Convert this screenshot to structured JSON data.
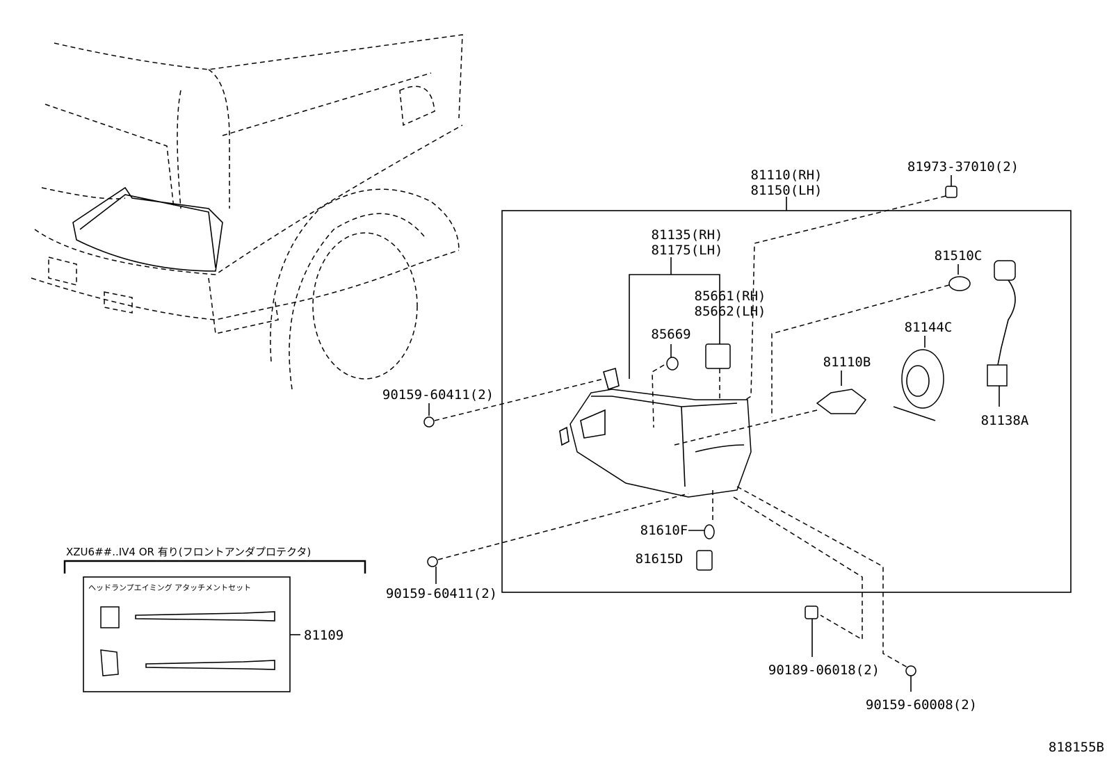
{
  "diagram": {
    "code": "818155B",
    "assembly": {
      "rh": "81110(RH)",
      "lh": "81150(LH)"
    },
    "parts": {
      "clip": "81973-37010(2)",
      "unit_rh": "81135(RH)",
      "unit_lh": "81175(LH)",
      "actuator_rh": "85661(RH)",
      "actuator_lh": "85662(LH)",
      "oring": "85669",
      "bulb_small": "81510C",
      "cover": "81144C",
      "bulb_main": "81110B",
      "socket_wire": "81138A",
      "screw_upper": "90159-60411(2)",
      "screw_lower": "90159-60411(2)",
      "bulb_side": "81610F",
      "socket_side": "81615D",
      "nut": "90189-06018(2)",
      "screw_bottom": "90159-60008(2)",
      "aiming_set": "81109"
    },
    "condition_note": "XZU6##..IV4  OR  有り(フロントアンダプロテクタ)",
    "kit_title": "ヘッドランプエイミング アタッチメントセット"
  }
}
